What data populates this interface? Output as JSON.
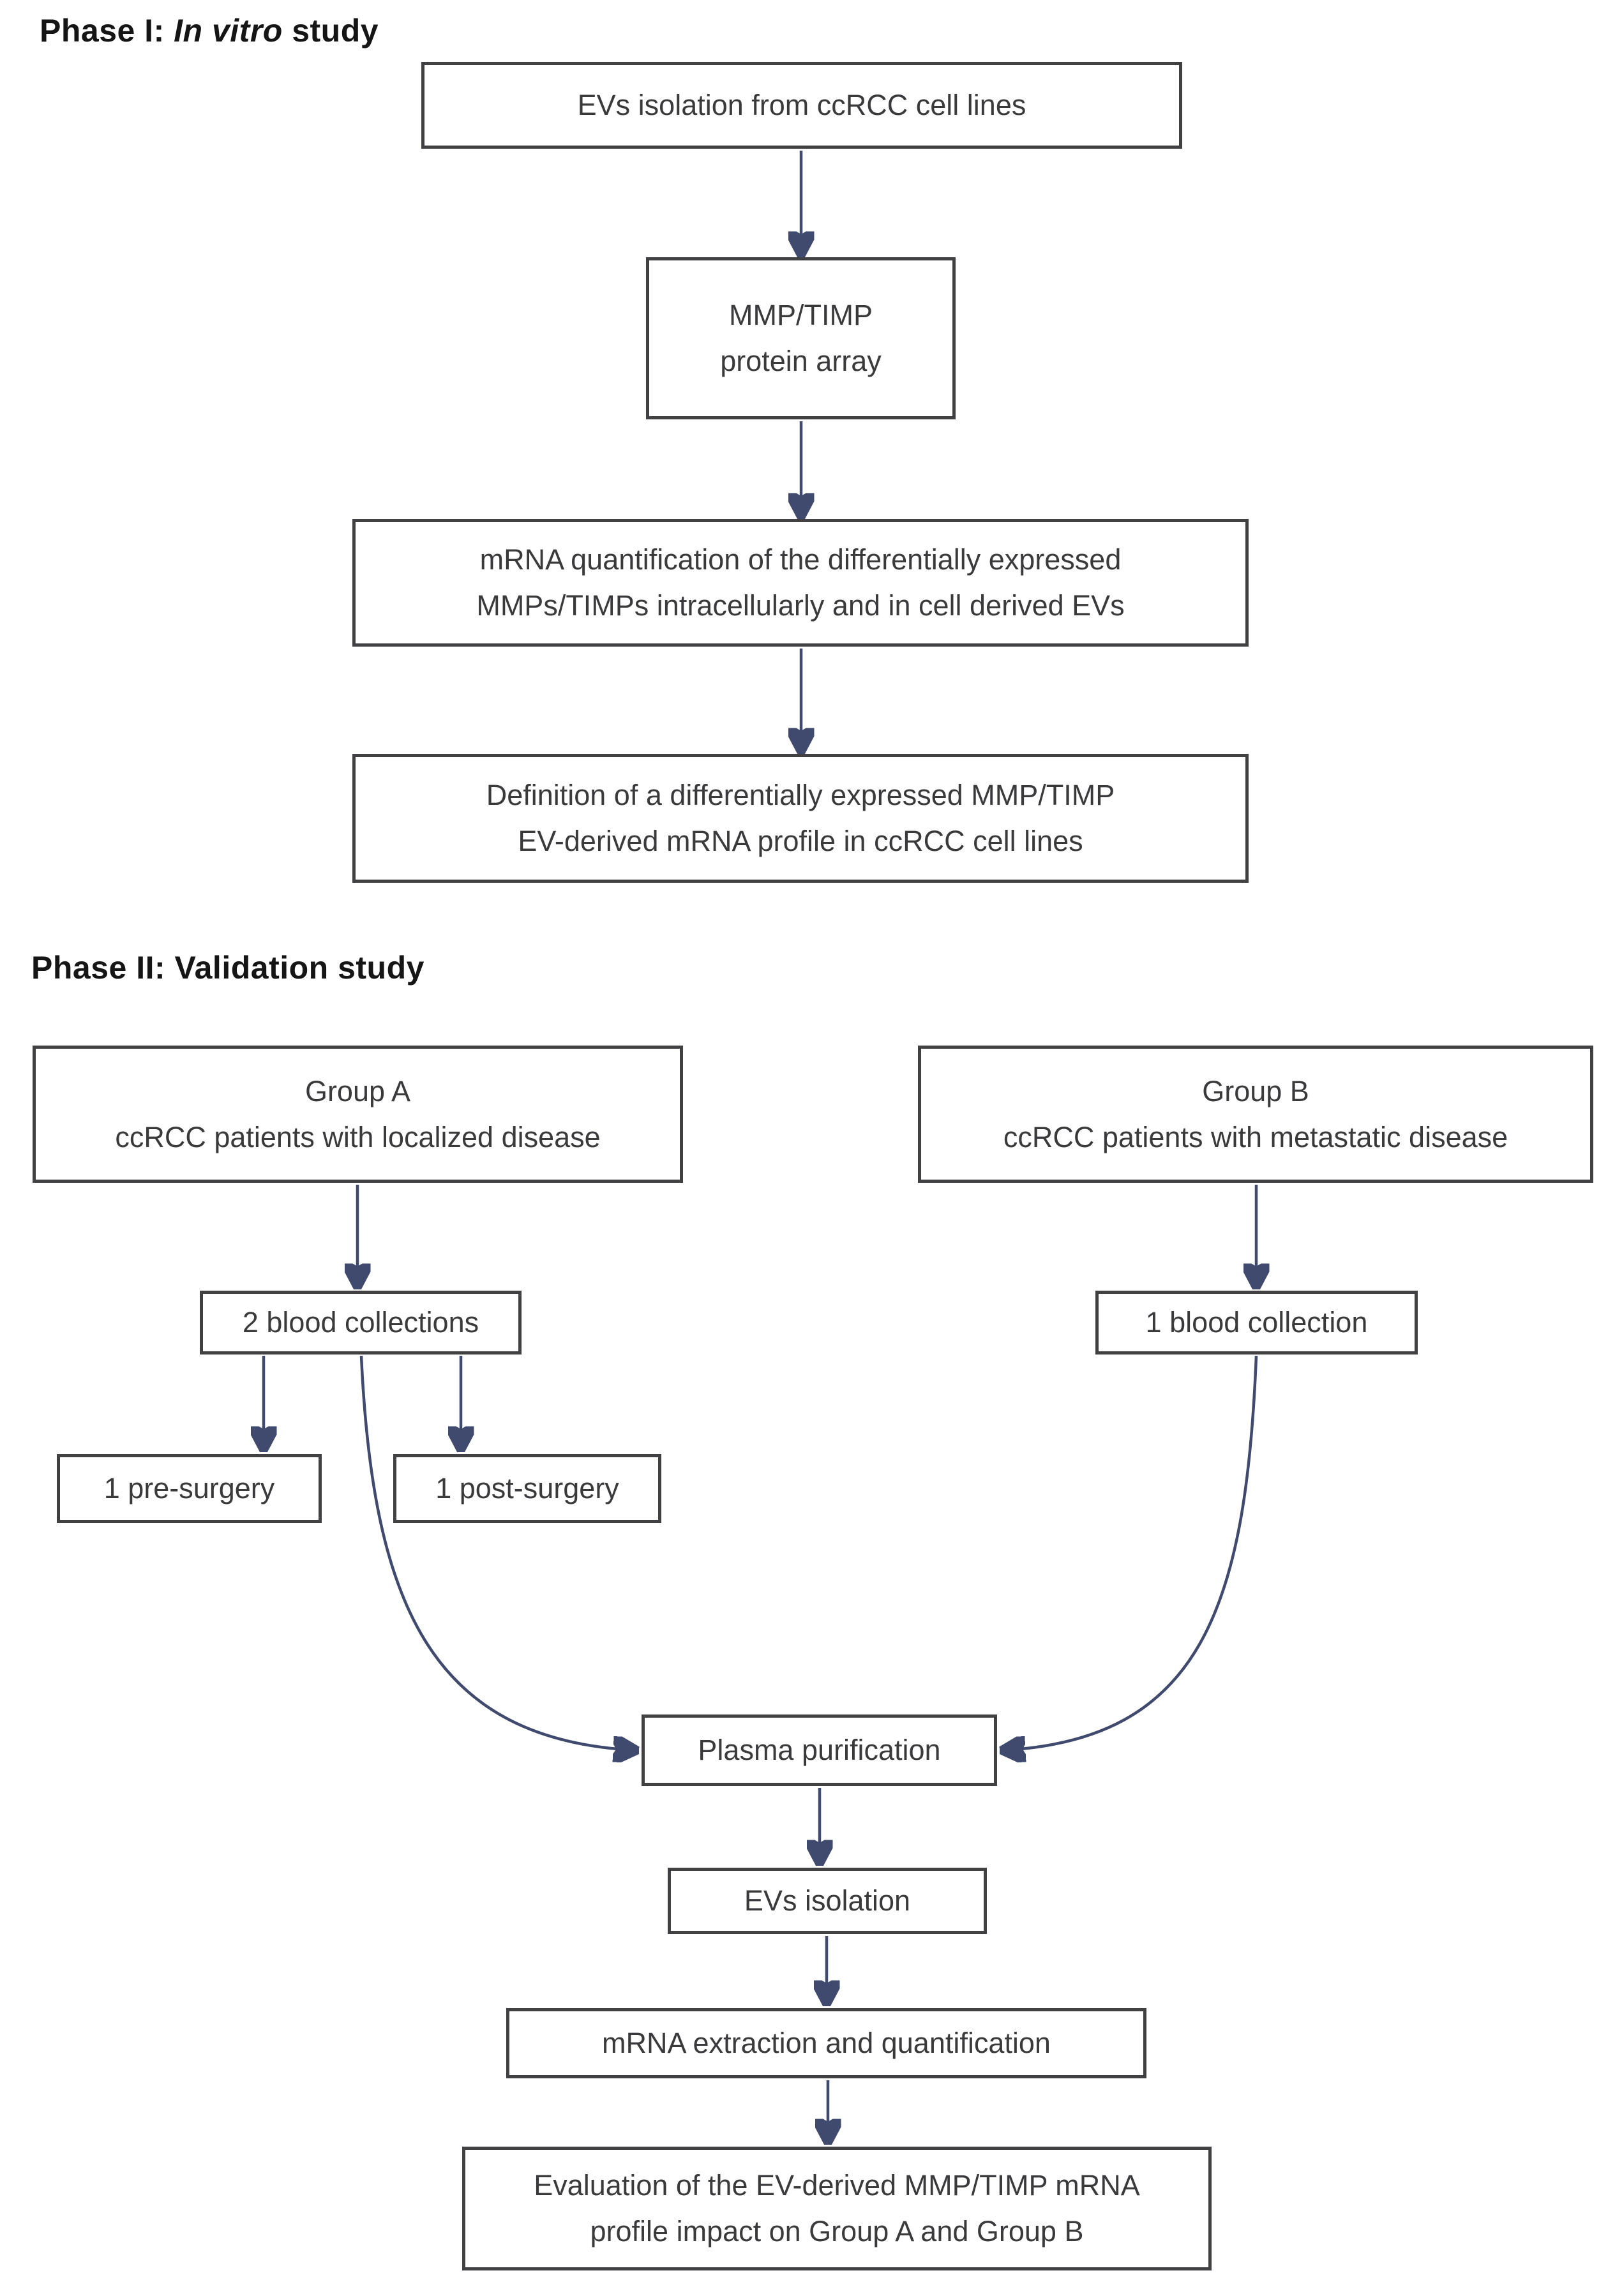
{
  "theme": {
    "bg": "#ffffff",
    "arrow-color": "#3f4a6e",
    "box-border-color": "#414144",
    "text-color": "#3a3a3c",
    "heading-color": "#151515"
  },
  "phase1": {
    "heading": {
      "prefix": "Phase I: ",
      "emphasis": "In vitro",
      "suffix": " study"
    },
    "nodes": {
      "evs_isolation_cells": "EVs isolation from ccRCC cell lines",
      "protein_array": "MMP/TIMP\nprotein array",
      "mrna_quantification": "mRNA quantification of the differentially expressed\nMMPs/TIMPs intracellularly and in cell derived EVs",
      "profile_definition": "Definition of a differentially expressed MMP/TIMP\nEV-derived mRNA profile in ccRCC cell lines"
    }
  },
  "phase2": {
    "heading": "Phase II: Validation study",
    "nodes": {
      "group_a": "Group A\nccRCC patients with localized disease",
      "group_b": "Group B\nccRCC patients with metastatic disease",
      "two_blood_collections": "2 blood collections",
      "one_blood_collection": "1 blood collection",
      "pre_surgery": "1 pre-surgery",
      "post_surgery": "1 post-surgery",
      "plasma_purification": "Plasma purification",
      "evs_isolation": "EVs isolation",
      "mrna_extraction": "mRNA extraction and quantification",
      "evaluation": "Evaluation of the EV-derived MMP/TIMP mRNA\nprofile impact on Group A and Group B"
    }
  },
  "edges": [
    {
      "from": "evs_isolation_cells",
      "to": "protein_array"
    },
    {
      "from": "protein_array",
      "to": "mrna_quantification"
    },
    {
      "from": "mrna_quantification",
      "to": "profile_definition"
    },
    {
      "from": "group_a",
      "to": "two_blood_collections"
    },
    {
      "from": "group_b",
      "to": "one_blood_collection"
    },
    {
      "from": "two_blood_collections",
      "to": "pre_surgery"
    },
    {
      "from": "two_blood_collections",
      "to": "post_surgery"
    },
    {
      "from": "two_blood_collections",
      "to": "plasma_purification"
    },
    {
      "from": "one_blood_collection",
      "to": "plasma_purification"
    },
    {
      "from": "plasma_purification",
      "to": "evs_isolation"
    },
    {
      "from": "evs_isolation",
      "to": "mrna_extraction"
    },
    {
      "from": "mrna_extraction",
      "to": "evaluation"
    }
  ]
}
